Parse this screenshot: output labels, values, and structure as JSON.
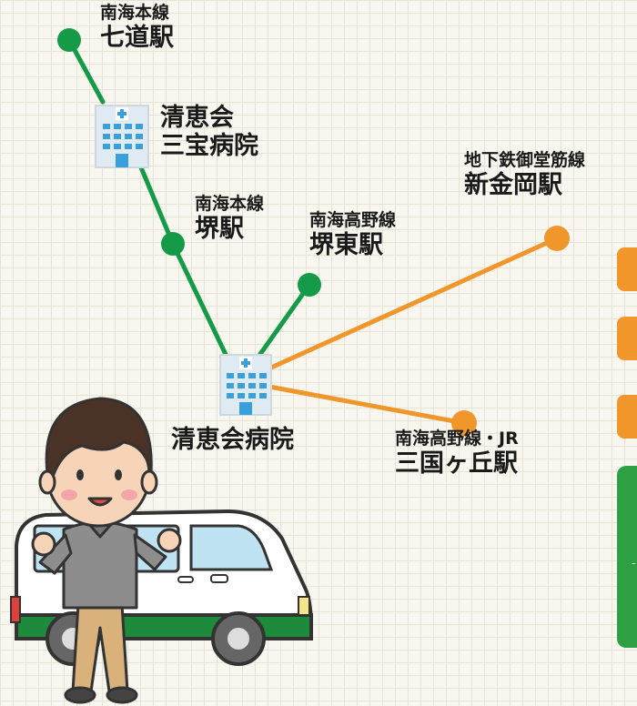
{
  "stations": [
    {
      "line": "南海本線",
      "name": "七道駅"
    },
    {
      "line": "南海本線",
      "name": "堺駅"
    },
    {
      "line": "南海高野線",
      "name": "堺東駅"
    },
    {
      "line": "地下鉄御堂筋線",
      "name": "新金岡駅"
    },
    {
      "line": "南海高野線・JR",
      "name": "三国ヶ丘駅"
    }
  ],
  "hospitals": [
    {
      "name_line1": "清恵会",
      "name_line2": "三宝病院"
    },
    {
      "name": "清恵会病院"
    }
  ],
  "side_panel_text": "-",
  "colors": {
    "green_route": "#159a47",
    "orange_route": "#f0962a",
    "van_stripe": "#1e8b3c",
    "building": "#3aa0dc",
    "grid": "#e6e4d7",
    "background": "#f7f6ef"
  },
  "icons": [
    "hospital-building-icon",
    "van-illustration",
    "person-illustration"
  ]
}
